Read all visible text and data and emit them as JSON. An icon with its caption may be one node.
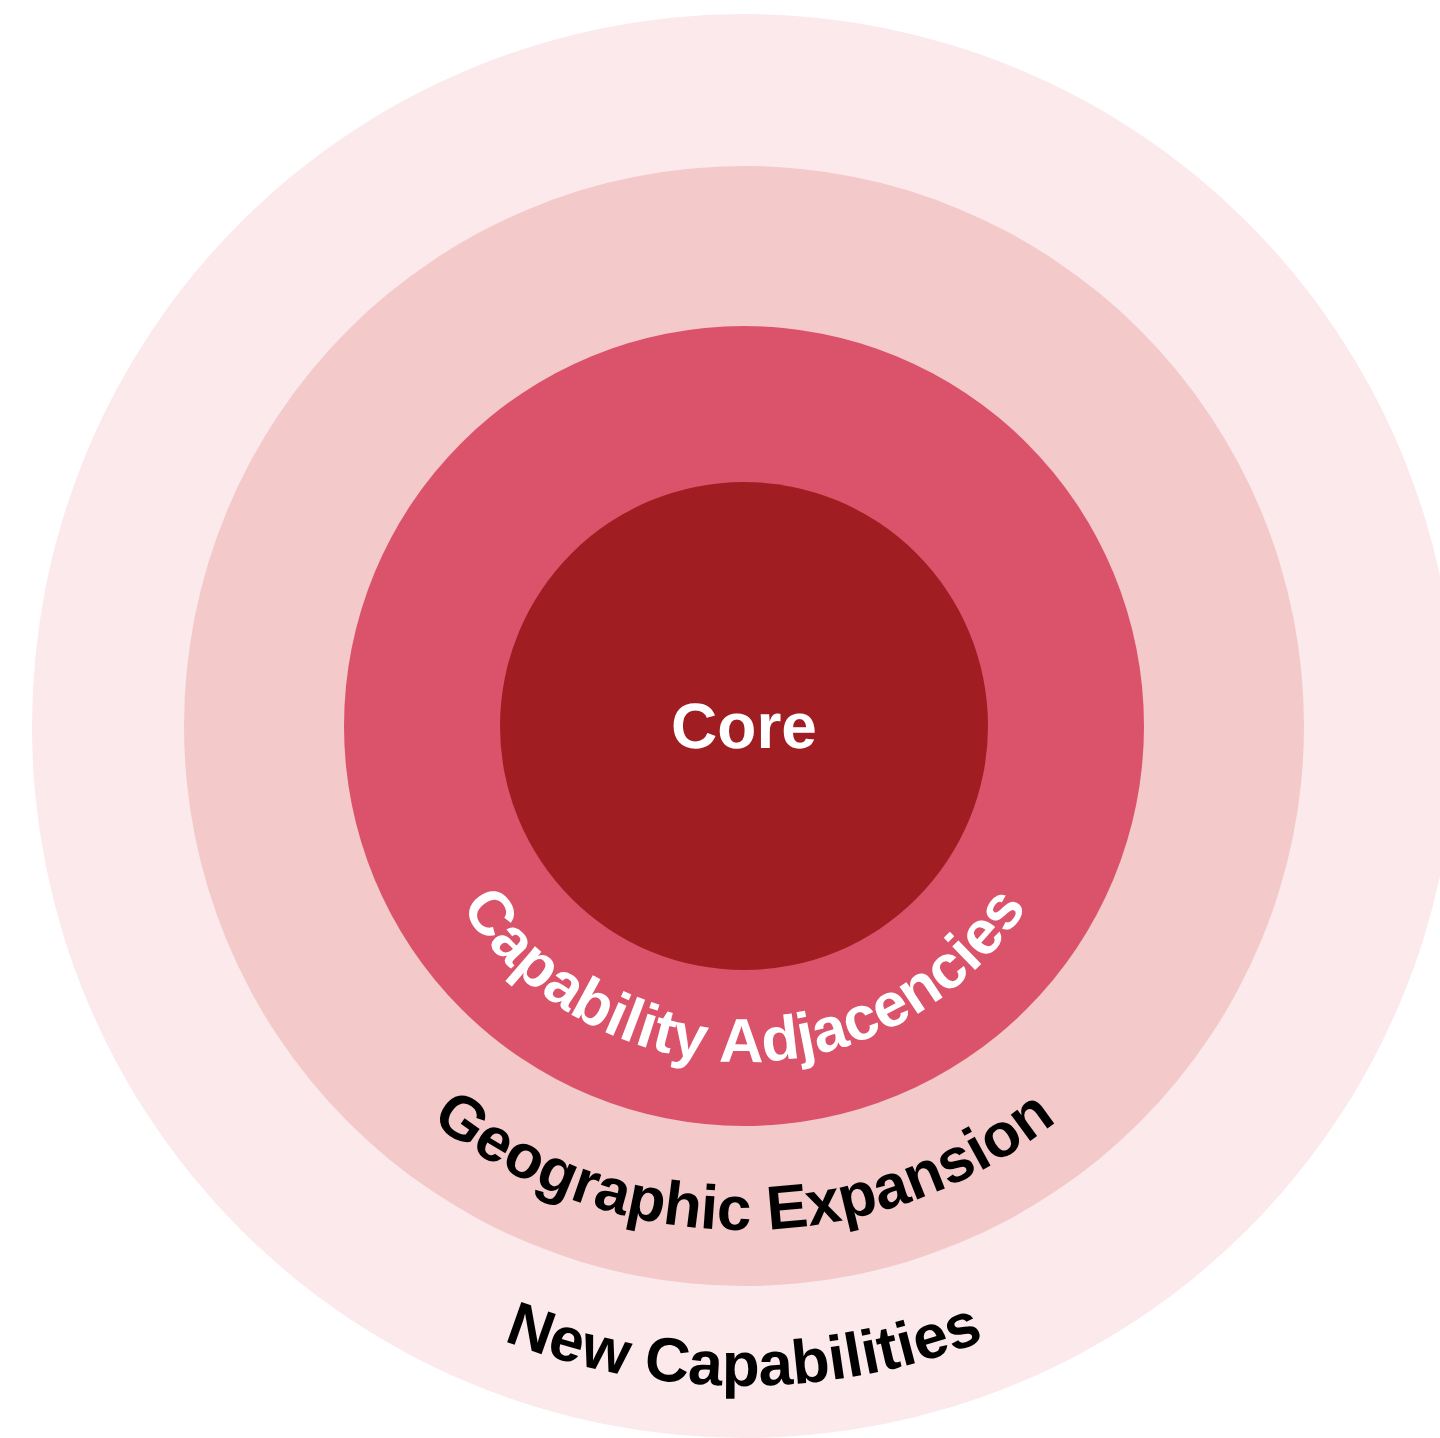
{
  "diagram": {
    "nodes": [
      {
        "text": [
          "New Capabilities"
        ]
      },
      {
        "text": [
          "Geographic Expansion"
        ],
        "in": 0
      },
      {
        "text": [
          "Capability Adjacencies"
        ],
        "in": 1
      },
      {
        "text": [
          "Core"
        ],
        "in": 2
      }
    ]
  }
}
